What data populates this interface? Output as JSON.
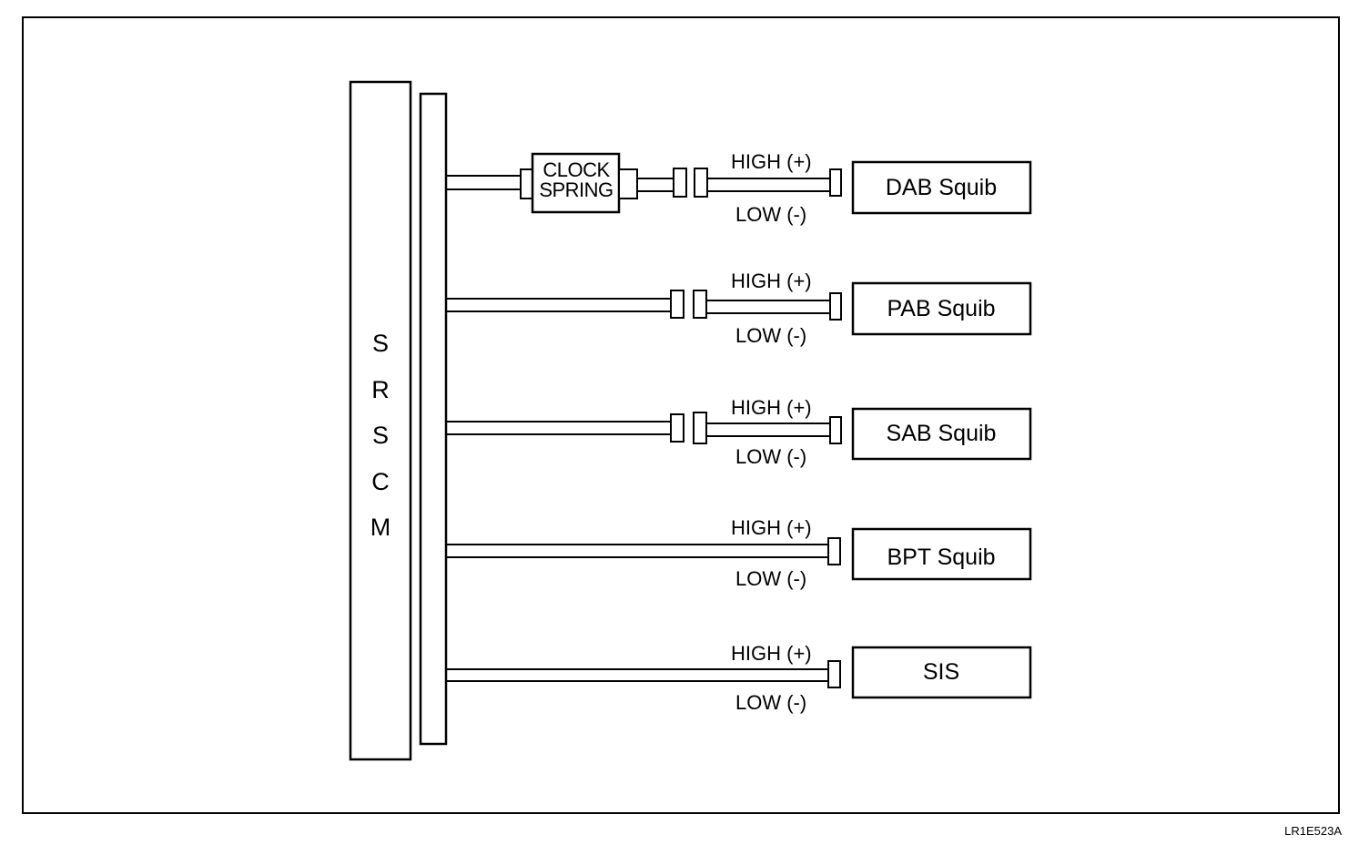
{
  "module": {
    "letters": [
      "S",
      "R",
      "S",
      "C",
      "M"
    ]
  },
  "clock_spring": {
    "line1": "CLOCK",
    "line2": "SPRING"
  },
  "circuits": [
    {
      "high_label": "HIGH (+)",
      "low_label": "LOW (-)",
      "device": "DAB Squib"
    },
    {
      "high_label": "HIGH (+)",
      "low_label": "LOW (-)",
      "device": "PAB Squib"
    },
    {
      "high_label": "HIGH (+)",
      "low_label": "LOW (-)",
      "device": "SAB Squib"
    },
    {
      "high_label": "HIGH (+)",
      "low_label": "LOW (-)",
      "device": "BPT Squib"
    },
    {
      "high_label": "HIGH (+)",
      "low_label": "LOW (-)",
      "device": "SIS"
    }
  ],
  "figure_id": "LR1E523A",
  "colors": {
    "line": "#000000",
    "background": "#ffffff"
  }
}
